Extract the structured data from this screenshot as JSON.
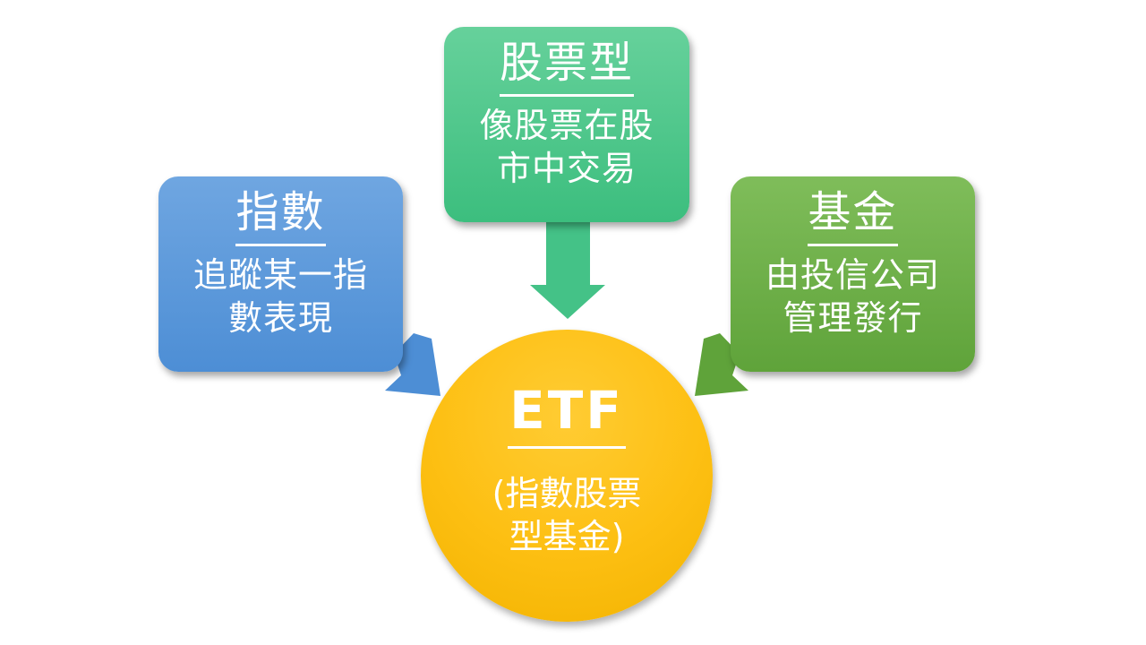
{
  "diagram": {
    "center": {
      "title": "ETF",
      "desc": "(指數股票\n型基金)",
      "color": "#fdbf12"
    },
    "nodes": [
      {
        "id": "index",
        "title": "指數",
        "desc": "追蹤某一指\n數表現",
        "color": "#5b9bd5"
      },
      {
        "id": "stock",
        "title": "股票型",
        "desc": "像股票在股\n市中交易",
        "color": "#44c287"
      },
      {
        "id": "fund",
        "title": "基金",
        "desc": "由投信公司\n管理發行",
        "color": "#6aac46"
      }
    ],
    "edges": [
      {
        "from": "index",
        "to": "center"
      },
      {
        "from": "stock",
        "to": "center"
      },
      {
        "from": "fund",
        "to": "center"
      }
    ]
  }
}
